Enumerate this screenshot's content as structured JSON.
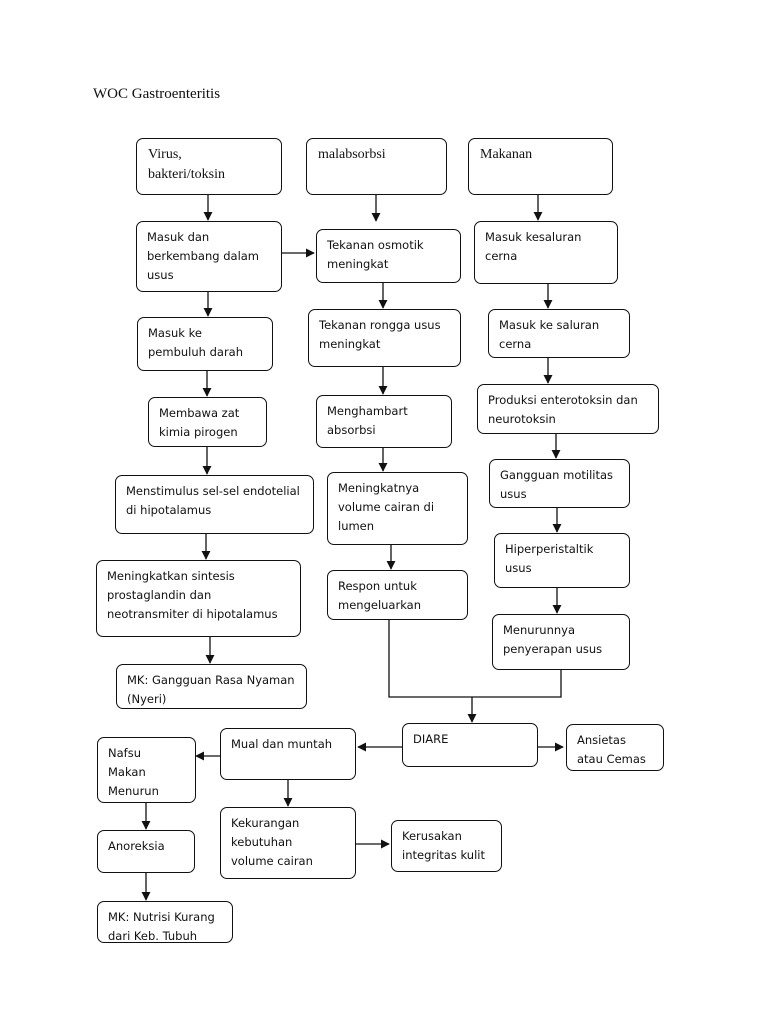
{
  "title": "WOC Gastroenteritis",
  "nodes": {
    "virus": "Virus,\nbakteri/toksin",
    "malabsorbsi": "malabsorbsi",
    "makanan": "Makanan",
    "masuk_berkembang": "Masuk dan\nberkembang dalam\nusus",
    "tekanan_osmotik": "Tekanan osmotik\nmeningkat",
    "masuk_kesaluran": "Masuk kesaluran\ncerna",
    "masuk_pembuluh": "Masuk ke\npembuluh darah",
    "tekanan_rongga": "Tekanan rongga usus\nmeningkat",
    "masuk_saluran": "Masuk ke saluran\ncerna",
    "membawa_zat": "Membawa zat\nkimia pirogen",
    "menghambat": "Menghambart\nabsorbsi",
    "produksi": "Produksi enterotoksin dan\nneurotoksin",
    "menstimulus": "Menstimulus sel-sel endotelial\ndi hipotalamus",
    "volume_lumen": "Meningkatnya\nvolume cairan di\nlumen",
    "gangguan_motilitas": "Gangguan motilitas\nusus",
    "hiperperistaltik": "Hiperperistaltik\nusus",
    "sintesis": "Meningkatkan sintesis\nprostaglandin dan\nneotransmiter di hipotalamus",
    "respon": "Respon untuk\nmengeluarkan",
    "penyerapan": "Menurunnya\npenyerapan usus",
    "mk_nyeri": "MK: Gangguan Rasa Nyaman\n(Nyeri)",
    "diare": "DIARE",
    "ansietas": "Ansietas\natau Cemas",
    "mual": "Mual dan muntah",
    "nafsu": "Nafsu\nMakan\nMenurun",
    "kekurangan": "Kekurangan\nkebutuhan\nvolume cairan",
    "kerusakan": "Kerusakan\nintegritas kulit",
    "anoreksia": "Anoreksia",
    "mk_nutrisi": "MK: Nutrisi Kurang\ndari Keb. Tubuh"
  }
}
